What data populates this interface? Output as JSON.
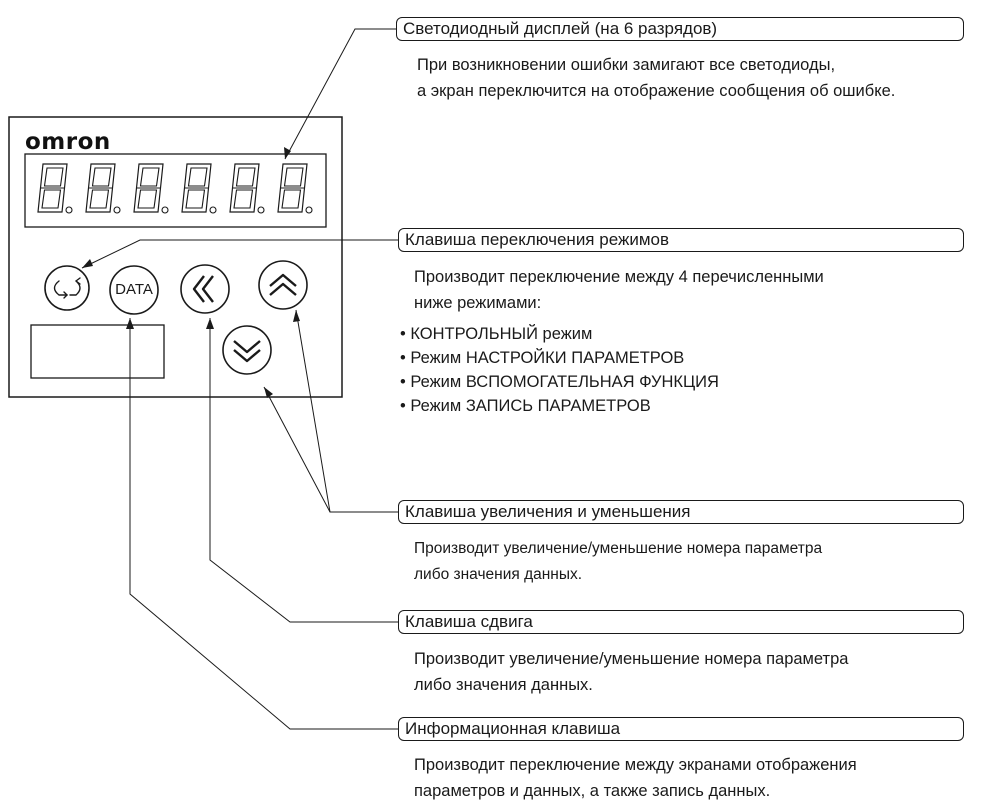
{
  "device": {
    "brand": "omron",
    "keys": {
      "mode_icon": "mode-switch-arrows-icon",
      "data_label": "DATA",
      "shift_icon": "double-chevron-left-icon",
      "up_icon": "double-chevron-up-icon",
      "down_icon": "double-chevron-down-icon"
    }
  },
  "callouts": {
    "display": {
      "title": "Светодиодный дисплей (на 6 разрядов)",
      "lines": [
        "При возникновении ошибки замигают все светодиоды,",
        "а экран переключится на отображение сообщения об ошибке."
      ]
    },
    "mode_key": {
      "title": "Клавиша переключения режимов",
      "lines": [
        "Производит переключение между 4 перечисленными",
        "ниже режимами:"
      ],
      "bullets": [
        "• КОНТРОЛЬНЫЙ режим",
        "• Режим НАСТРОЙКИ ПАРАМЕТРОВ",
        "• Режим ВСПОМОГАТЕЛЬНАЯ ФУНКЦИЯ",
        "• Режим ЗАПИСЬ ПАРАМЕТРОВ"
      ]
    },
    "up_down_key": {
      "title": "Клавиша увеличения и уменьшения",
      "lines": [
        "Производит увеличение/уменьшение номера параметра",
        "либо значения данных."
      ]
    },
    "shift_key": {
      "title": "Клавиша сдвига",
      "lines": [
        "Производит увеличение/уменьшение номера параметра",
        "либо значения данных."
      ]
    },
    "data_key": {
      "title": "Информационная клавиша",
      "lines": [
        "Производит переключение между экранами отображения",
        "параметров и данных, а также запись данных."
      ]
    }
  }
}
